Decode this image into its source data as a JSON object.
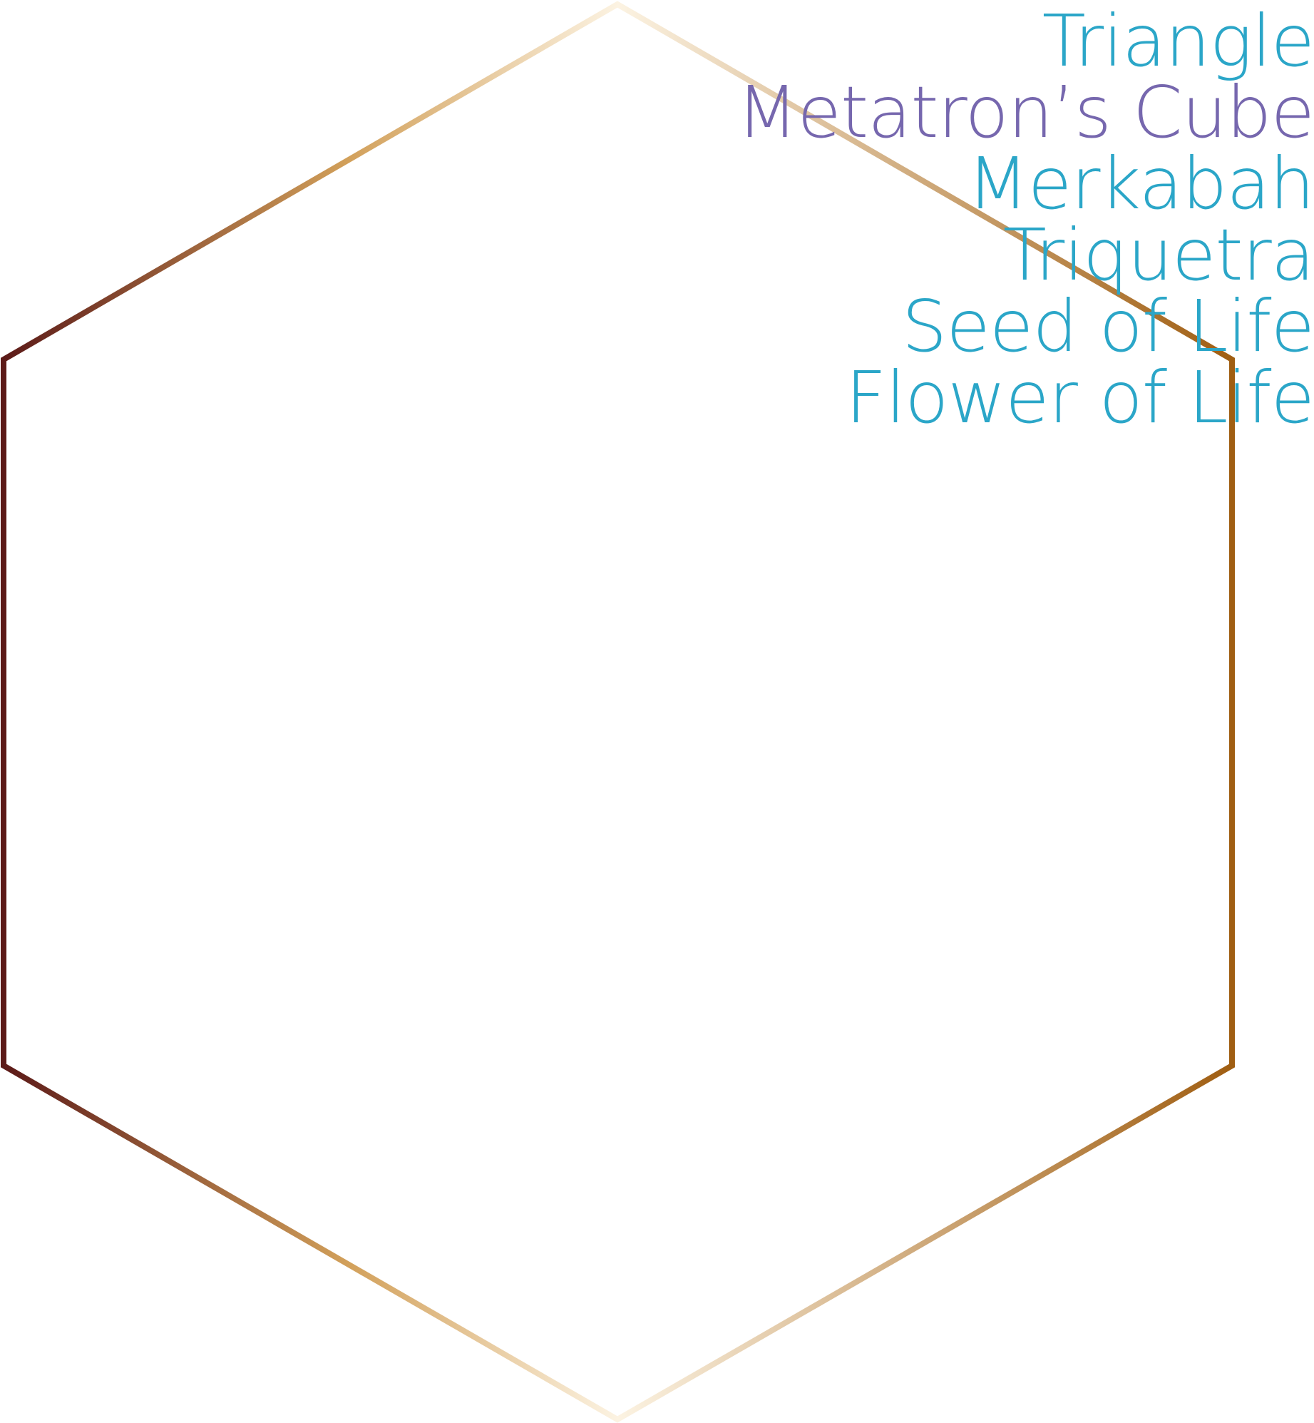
{
  "menu": {
    "items": [
      {
        "label": "Triangle",
        "color": "#2BA6C8",
        "active": false
      },
      {
        "label": "Metatron’s Cube",
        "color": "#7667AE",
        "active": true
      },
      {
        "label": "Merkabah",
        "color": "#2BA6C8",
        "active": false
      },
      {
        "label": "Triquetra",
        "color": "#2BA6C8",
        "active": false
      },
      {
        "label": "Seed of Life",
        "color": "#2BA6C8",
        "active": false
      },
      {
        "label": "Flower of Life",
        "color": "#2BA6C8",
        "active": false
      }
    ]
  },
  "colors": {
    "link": "#2BA6C8",
    "active_link": "#7667AE",
    "background": "#FFFFFF",
    "hexagon_gradient_dark": "#5C1A18",
    "hexagon_gradient_gold": "#D2A05A",
    "hexagon_gradient_light": "#FCF3E2",
    "hexagon_gradient_bronze": "#A05E12"
  }
}
